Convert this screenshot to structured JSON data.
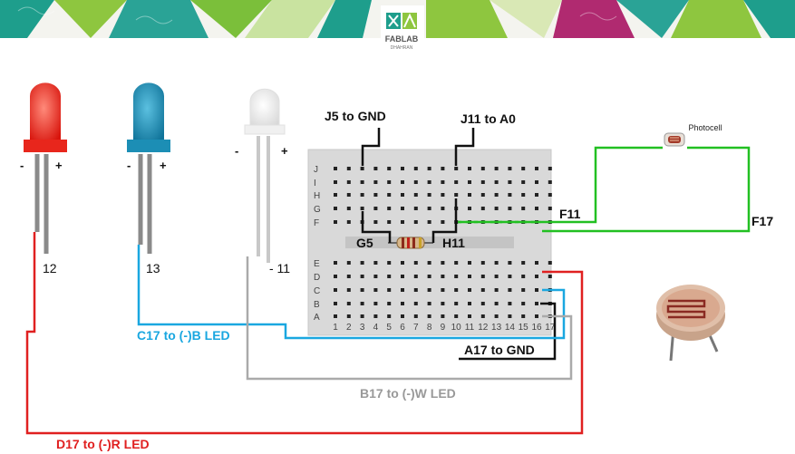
{
  "header": {
    "logo_text": "FABLAB",
    "logo_subtext": "DHAHRAN"
  },
  "breadboard": {
    "row_letters": [
      "J",
      "I",
      "H",
      "G",
      "F",
      "E",
      "D",
      "C",
      "B",
      "A"
    ],
    "column_numbers": [
      "1",
      "2",
      "3",
      "4",
      "5",
      "6",
      "7",
      "8",
      "9",
      "10",
      "11",
      "12",
      "13",
      "14",
      "15",
      "16",
      "17"
    ]
  },
  "connections": {
    "j5_gnd": "J5 to GND",
    "j11_a0": "J11 to A0",
    "g5": "G5",
    "h11": "H11",
    "f11": "F11",
    "f17": "F17",
    "c17_blue": "C17 to (-)B LED",
    "a17_gnd": "A17 to GND",
    "b17_white": "B17 to (-)W LED",
    "d17_red": "D17 to (-)R LED"
  },
  "leds": {
    "red": {
      "minus": "-",
      "plus": "+",
      "pin": "12",
      "color": "#e8261c"
    },
    "blue": {
      "minus": "-",
      "plus": "+",
      "pin": "13",
      "color": "#1c8eb5"
    },
    "white": {
      "minus": "-",
      "plus": "+",
      "pin": "- 11",
      "color": "#eeeeee"
    }
  },
  "photocell": {
    "label": "Photocell"
  },
  "colors": {
    "red_wire": "#e02020",
    "blue_wire": "#1aa7e0",
    "gray_wire": "#aaaaaa",
    "green_wire": "#22c022",
    "black_wire": "#111111",
    "breadboard": "#d9d9d9"
  }
}
